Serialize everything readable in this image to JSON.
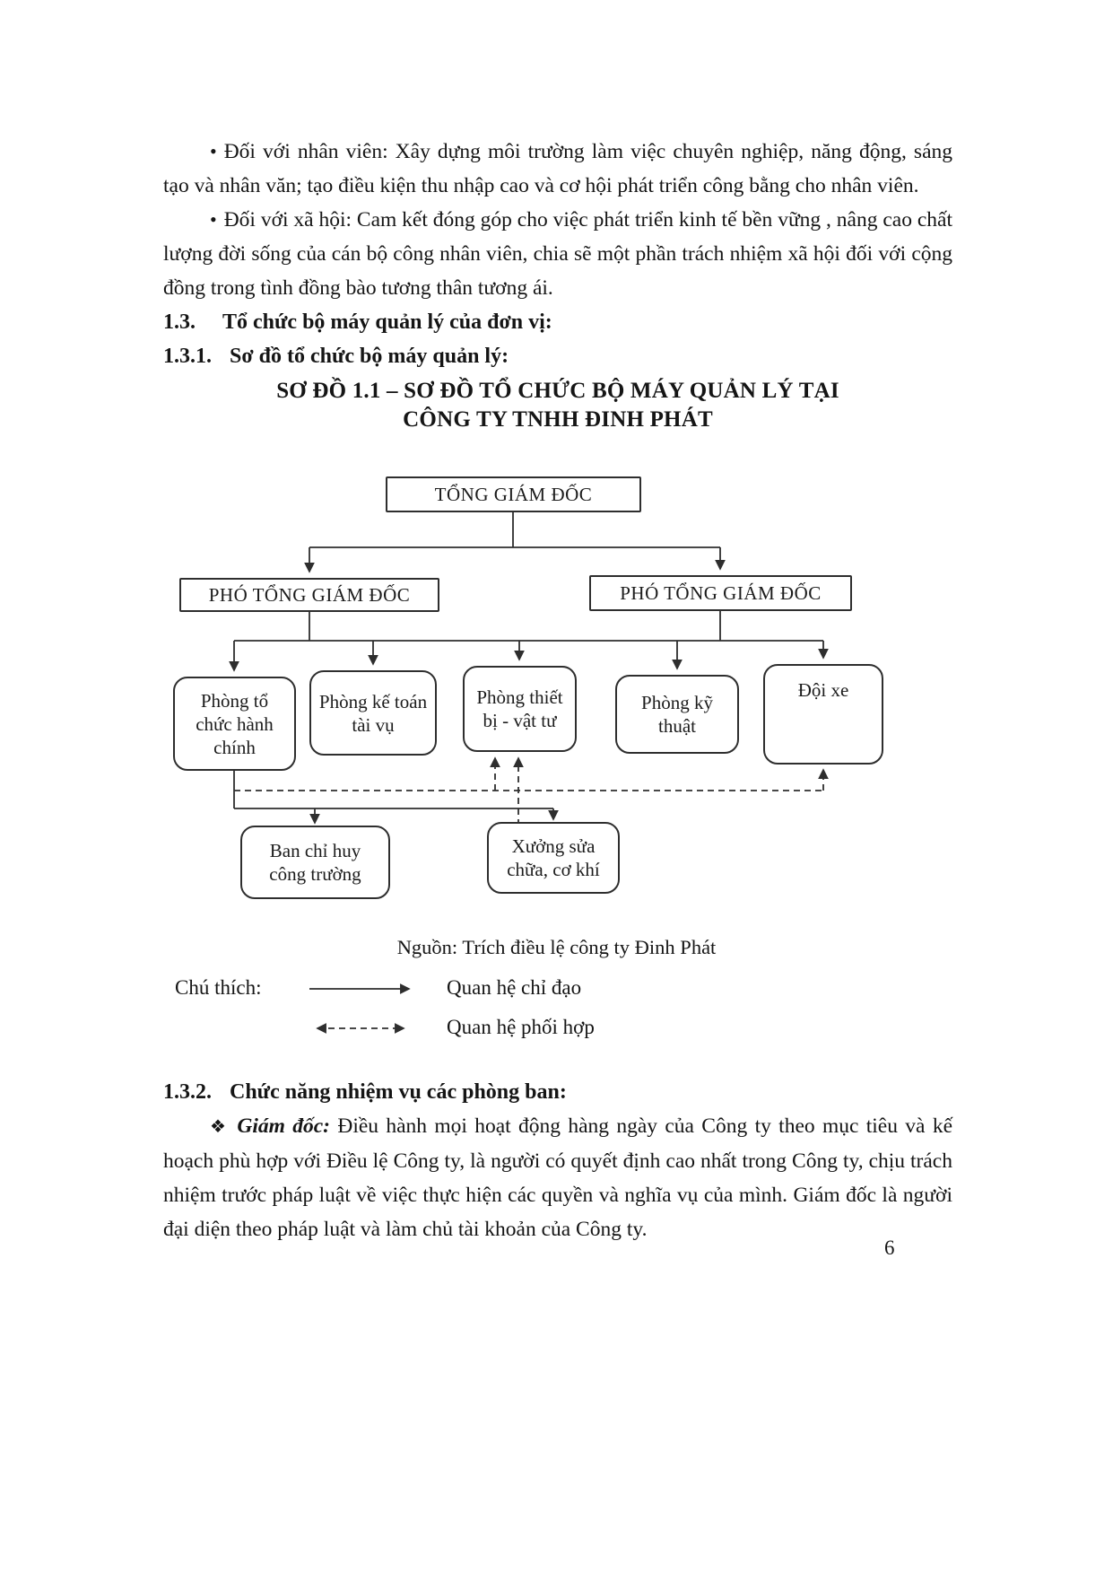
{
  "page": {
    "number": "6"
  },
  "bullets": {
    "marker": "•",
    "item1": "Đối với nhân viên: Xây dựng môi trường làm việc chuyên nghiệp, năng động, sáng tạo và nhân văn; tạo điều kiện thu nhập cao và cơ hội phát triển công bằng cho nhân viên.",
    "item2": "Đối với xã hội: Cam kết đóng góp cho việc phát triển kinh tế bền vững , nâng cao chất lượng đời sống của cán bộ công nhân viên, chia sẽ một phần trách nhiệm xã hội đối với cộng đồng trong tình đồng bào tương thân tương ái."
  },
  "headings": {
    "h13_num": "1.3.",
    "h13_text": "Tổ chức bộ máy quản lý của đơn vị:",
    "h131_num": "1.3.1.",
    "h131_text": "Sơ đồ tổ chức bộ máy quản lý:",
    "h132_num": "1.3.2.",
    "h132_text": "Chức năng nhiệm vụ các phòng ban:"
  },
  "chart": {
    "type": "orgchart",
    "title_line1": "SƠ ĐỒ 1.1 – SƠ ĐỒ TỔ CHỨC BỘ MÁY QUẢN LÝ TẠI",
    "title_line2": "CÔNG TY TNHH ĐINH PHÁT",
    "nodes": {
      "ceo": "TỔNG GIÁM ĐỐC",
      "vice_left": "PHÓ TỔNG GIÁM ĐỐC",
      "vice_right": "PHÓ TỔNG GIÁM ĐỐC",
      "dept1": "Phòng tổ chức hành chính",
      "dept2": "Phòng kế toán  tài vụ",
      "dept3": "Phòng thiết bị - vật tư",
      "dept4": "Phòng kỹ thuật",
      "dept5": "Đội xe",
      "sub1": "Ban chỉ huy công trường",
      "sub2": "Xưởng sửa chữa, cơ khí"
    },
    "source": "Nguồn: Trích điều lệ công ty Đinh Phát",
    "legend": {
      "label": "Chú thích:",
      "solid_label": "Quan hệ chỉ đạo",
      "dashed_label": "Quan hệ phối hợp"
    },
    "line_color": "#2e2e2e"
  },
  "section132": {
    "marker": "❖",
    "lead": "Giám đốc:",
    "text": "Điều hành mọi hoạt động hàng ngày của Công ty theo mục tiêu và kế hoạch phù hợp với Điều lệ Công ty, là người có quyết định cao nhất trong Công ty, chịu trách nhiệm trước pháp luật về việc thực hiện các quyền và nghĩa vụ của mình. Giám đốc là người đại diện theo pháp luật và làm chủ tài khoản của Công ty."
  }
}
